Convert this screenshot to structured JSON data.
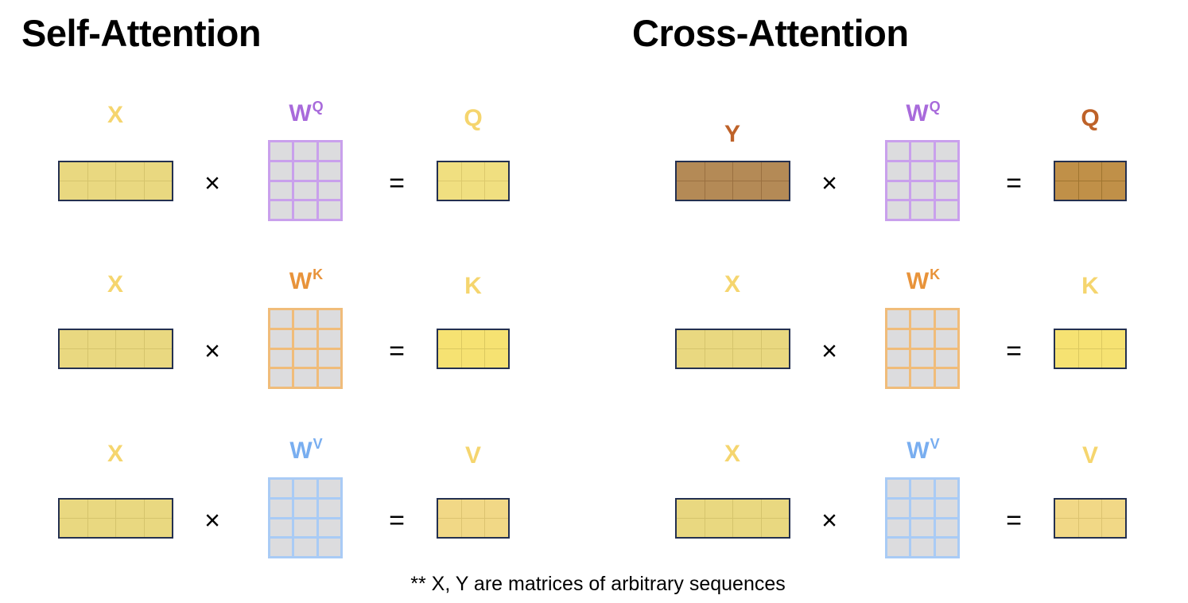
{
  "panels": [
    {
      "title": "Self-Attention",
      "rows": [
        {
          "input": {
            "label": "X",
            "label_color": "#F5D56E",
            "fill": "#E9D880",
            "border": "#243050",
            "line": "#D5C46C"
          },
          "weight": {
            "label": "W",
            "sup": "Q",
            "label_color": "#A86ADB",
            "border": "#C9A0EC"
          },
          "output": {
            "label": "Q",
            "label_color": "#F5D56E",
            "fill": "#F0DF80",
            "border": "#243050",
            "line": "#DCC96C"
          }
        },
        {
          "input": {
            "label": "X",
            "label_color": "#F5D56E",
            "fill": "#E9D880",
            "border": "#243050",
            "line": "#D5C46C"
          },
          "weight": {
            "label": "W",
            "sup": "K",
            "label_color": "#E8933A",
            "border": "#F0BC7A"
          },
          "output": {
            "label": "K",
            "label_color": "#F5D56E",
            "fill": "#F6E272",
            "border": "#243050",
            "line": "#DCC960"
          }
        },
        {
          "input": {
            "label": "X",
            "label_color": "#F5D56E",
            "fill": "#E9D880",
            "border": "#243050",
            "line": "#D5C46C"
          },
          "weight": {
            "label": "W",
            "sup": "V",
            "label_color": "#79AEF0",
            "border": "#A9CBF5"
          },
          "output": {
            "label": "V",
            "label_color": "#F5D56E",
            "fill": "#F1D886",
            "border": "#243050",
            "line": "#DCC370"
          }
        }
      ]
    },
    {
      "title": "Cross-Attention",
      "rows": [
        {
          "input": {
            "label": "Y",
            "label_color": "#BE6229",
            "fill": "#B48A56",
            "border": "#243050",
            "line": "#9A7040"
          },
          "weight": {
            "label": "W",
            "sup": "Q",
            "label_color": "#A86ADB",
            "border": "#C9A0EC"
          },
          "output": {
            "label": "Q",
            "label_color": "#BE6229",
            "fill": "#C09048",
            "border": "#243050",
            "line": "#A07530"
          }
        },
        {
          "input": {
            "label": "X",
            "label_color": "#F5D56E",
            "fill": "#E9D880",
            "border": "#243050",
            "line": "#D5C46C"
          },
          "weight": {
            "label": "W",
            "sup": "K",
            "label_color": "#E8933A",
            "border": "#F0BC7A"
          },
          "output": {
            "label": "K",
            "label_color": "#F5D56E",
            "fill": "#F6E272",
            "border": "#243050",
            "line": "#DCC960"
          }
        },
        {
          "input": {
            "label": "X",
            "label_color": "#F5D56E",
            "fill": "#E9D880",
            "border": "#243050",
            "line": "#D5C46C"
          },
          "weight": {
            "label": "W",
            "sup": "V",
            "label_color": "#79AEF0",
            "border": "#A9CBF5"
          },
          "output": {
            "label": "V",
            "label_color": "#F5D56E",
            "fill": "#F1D886",
            "border": "#243050",
            "line": "#DCC370"
          }
        }
      ]
    }
  ],
  "weight_fill": "#DCDCDE",
  "times_symbol": "×",
  "equals_symbol": "=",
  "footnote": "** X, Y are matrices of arbitrary sequences"
}
